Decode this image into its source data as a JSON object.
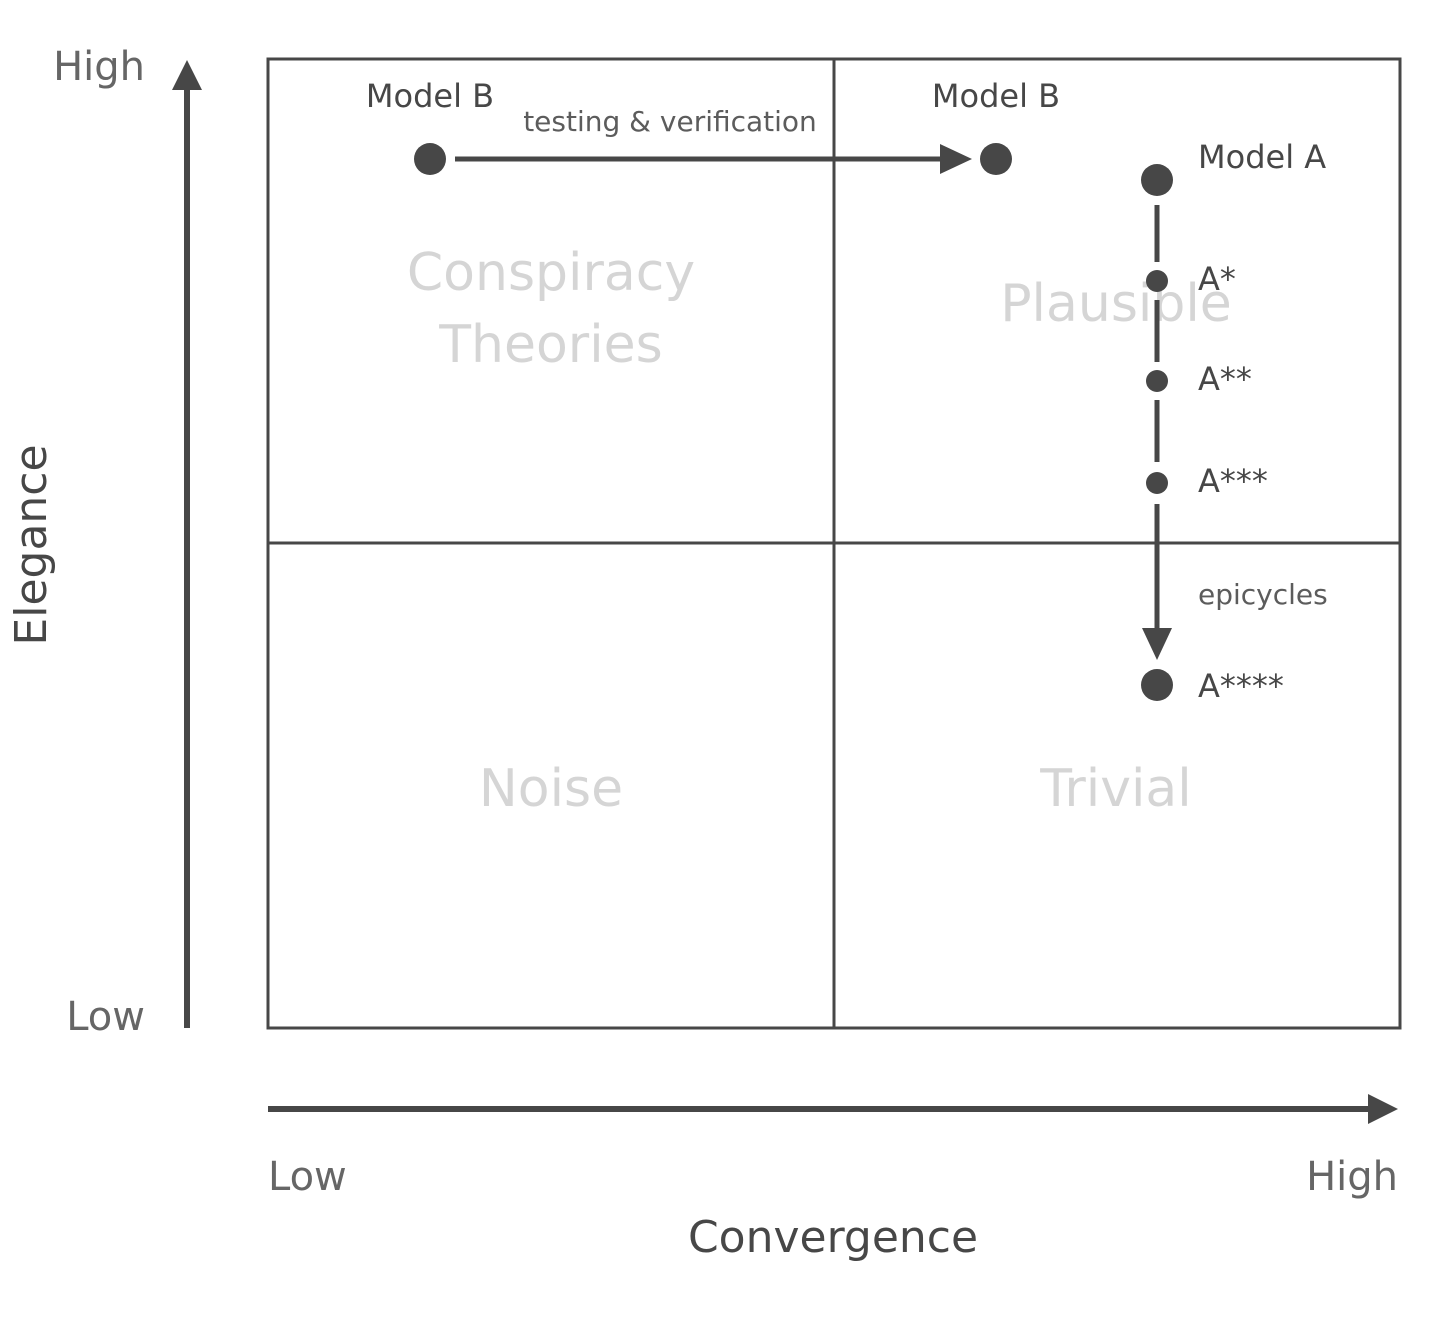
{
  "axes": {
    "y": {
      "title": "Elegance",
      "high_label": "High",
      "low_label": "Low"
    },
    "x": {
      "title": "Convergence",
      "low_label": "Low",
      "high_label": "High"
    }
  },
  "quadrants": {
    "top_left": [
      "Conspiracy",
      "Theories"
    ],
    "top_right": "Plausible",
    "bottom_left": "Noise",
    "bottom_right": "Trivial"
  },
  "models": {
    "model_b_start": "Model B",
    "model_b_end": "Model B",
    "model_a": "Model A",
    "a1": "A*",
    "a2": "A**",
    "a3": "A***",
    "a4": "A****"
  },
  "annotations": {
    "horizontal_arrow": "testing & verification",
    "vertical_arrow": "epicycles"
  },
  "colors": {
    "ink": "#474747",
    "faint_text": "#d5d5d5",
    "background": "#ffffff"
  }
}
